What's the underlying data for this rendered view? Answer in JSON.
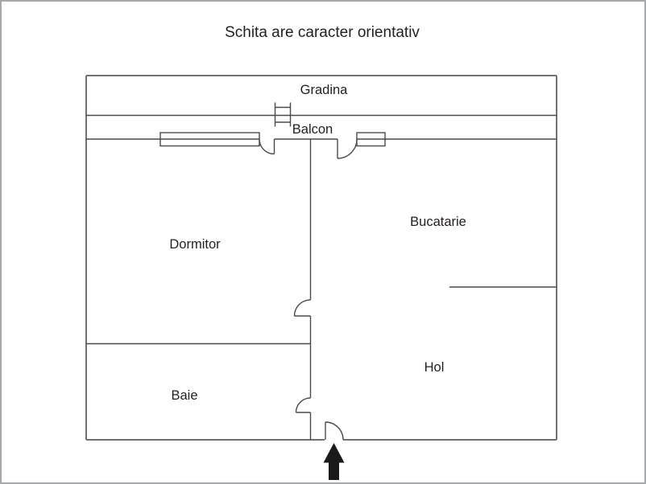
{
  "title": "Schita are caracter orientativ",
  "rooms": {
    "gradina": "Gradina",
    "balcon": "Balcon",
    "dormitor": "Dormitor",
    "bucatarie": "Bucatarie",
    "hol": "Hol",
    "baie": "Baie"
  },
  "icons": {
    "entrance": "up-arrow-icon",
    "gate": "ladder-gate-icon",
    "windows": "double-line-window-icon",
    "doors": "quarter-arc-door-swing-icon"
  },
  "colors": {
    "line": "#4a4a4c",
    "outline": "#6f7173",
    "text": "#231f20",
    "arrow": "#1a1a1a",
    "canvas_border": "#a6a8ab",
    "background": "#ffffff"
  }
}
